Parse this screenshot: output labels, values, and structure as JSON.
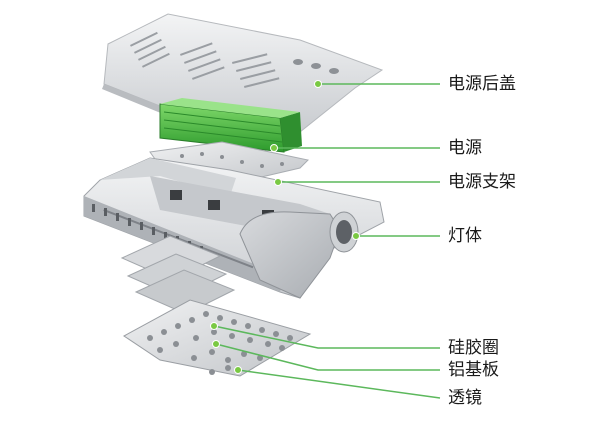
{
  "labels": {
    "power_cover": "电源后盖",
    "power_supply": "电源",
    "power_bracket": "电源支架",
    "lamp_body": "灯体",
    "silicone_ring": "硅胶圈",
    "aluminum_board": "铝基板",
    "lens": "透镜"
  },
  "colors": {
    "leader_line": "#5cb85c",
    "dot": "#7ac943",
    "power_green": "#3fb23f",
    "metal": "#e4e6e8"
  }
}
